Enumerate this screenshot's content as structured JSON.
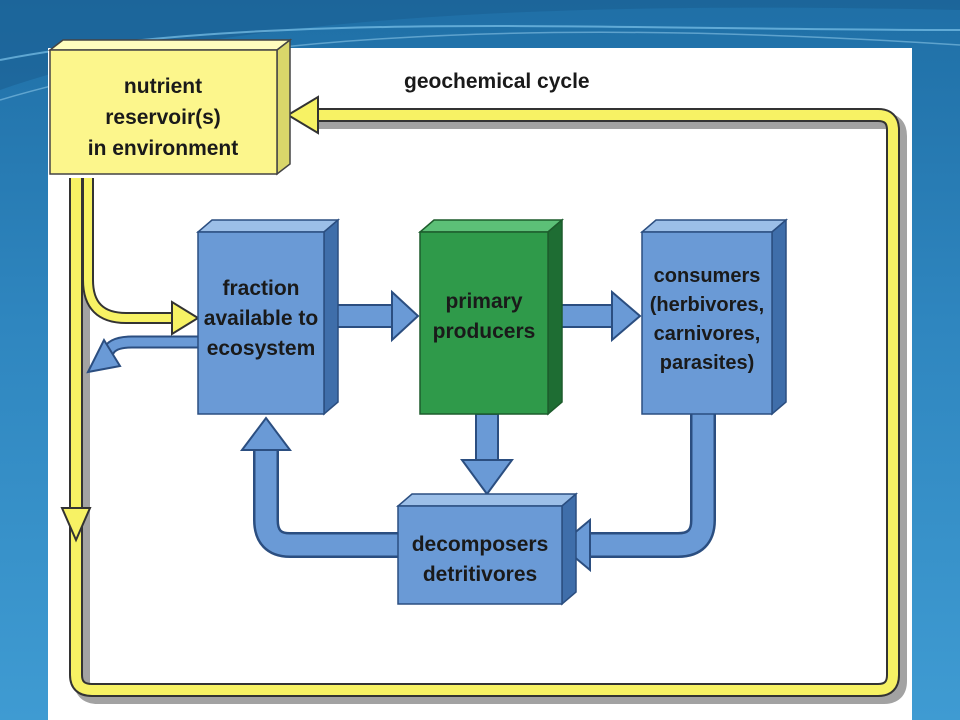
{
  "slide": {
    "background_color": "#2f86bf",
    "panel_color": "#ffffff"
  },
  "diagram": {
    "cycle_label": "geochemical cycle",
    "nodes": {
      "reservoir": {
        "lines": [
          "nutrient",
          "reservoir(s)",
          "in environment"
        ],
        "color": "#fcf68c"
      },
      "fraction": {
        "lines": [
          "fraction",
          "available to",
          "ecosystem"
        ],
        "color": "#6a9ad6"
      },
      "producers": {
        "lines": [
          "primary",
          "producers"
        ],
        "color": "#2f9a4a"
      },
      "consumers": {
        "lines": [
          "consumers",
          "(herbivores,",
          "carnivores,",
          "parasites)"
        ],
        "color": "#6a9ad6"
      },
      "decomposers": {
        "lines": [
          "decomposers",
          "detritivores"
        ],
        "color": "#6a9ad6"
      }
    },
    "arrow_colors": {
      "cycle": "#f7f264",
      "flow": "#6a9ad6"
    }
  }
}
